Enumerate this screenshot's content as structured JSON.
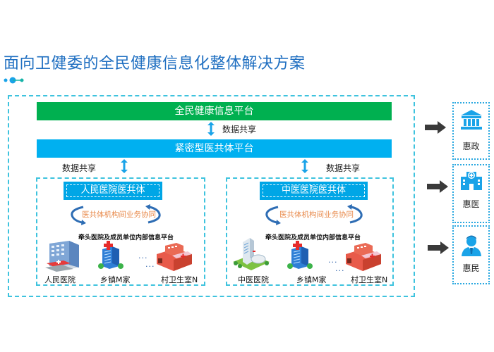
{
  "header": {
    "title": "面向卫健委的全民健康信息化整体解决方案"
  },
  "platforms": {
    "national": "全民健康信息平台",
    "alliance": "紧密型医共体平台"
  },
  "data_share": {
    "top": "数据共享",
    "left": "数据共享",
    "right": "数据共享"
  },
  "alliances": [
    {
      "name": "人民医院医共体",
      "collaboration": "医共体机构间业务协同",
      "internal_platform": "牵头医院及成员单位内部信息平台",
      "members": [
        "人民医院",
        "乡镇M家",
        "村卫生室N"
      ],
      "ellipsis": "···"
    },
    {
      "name": "中医医院医共体",
      "collaboration": "医共体机构间业务协同",
      "internal_platform": "牵头医院及成员单位内部信息平台",
      "members": [
        "中医医院",
        "乡镇M家",
        "村卫生室N"
      ],
      "ellipsis": "···"
    }
  ],
  "benefits": [
    {
      "label": "惠政",
      "icon": "government-building-icon"
    },
    {
      "label": "惠医",
      "icon": "hospital-icon"
    },
    {
      "label": "惠民",
      "icon": "person-icon"
    }
  ],
  "colors": {
    "title": "#1f6fc1",
    "green_bar": "#00b050",
    "blue_bar": "#00b0f0",
    "dashed_border": "#3ec3de",
    "collab_text": "#e8894a",
    "icon_blue": "#1aa3e8",
    "arrow_dark": "#3a3a3a"
  }
}
